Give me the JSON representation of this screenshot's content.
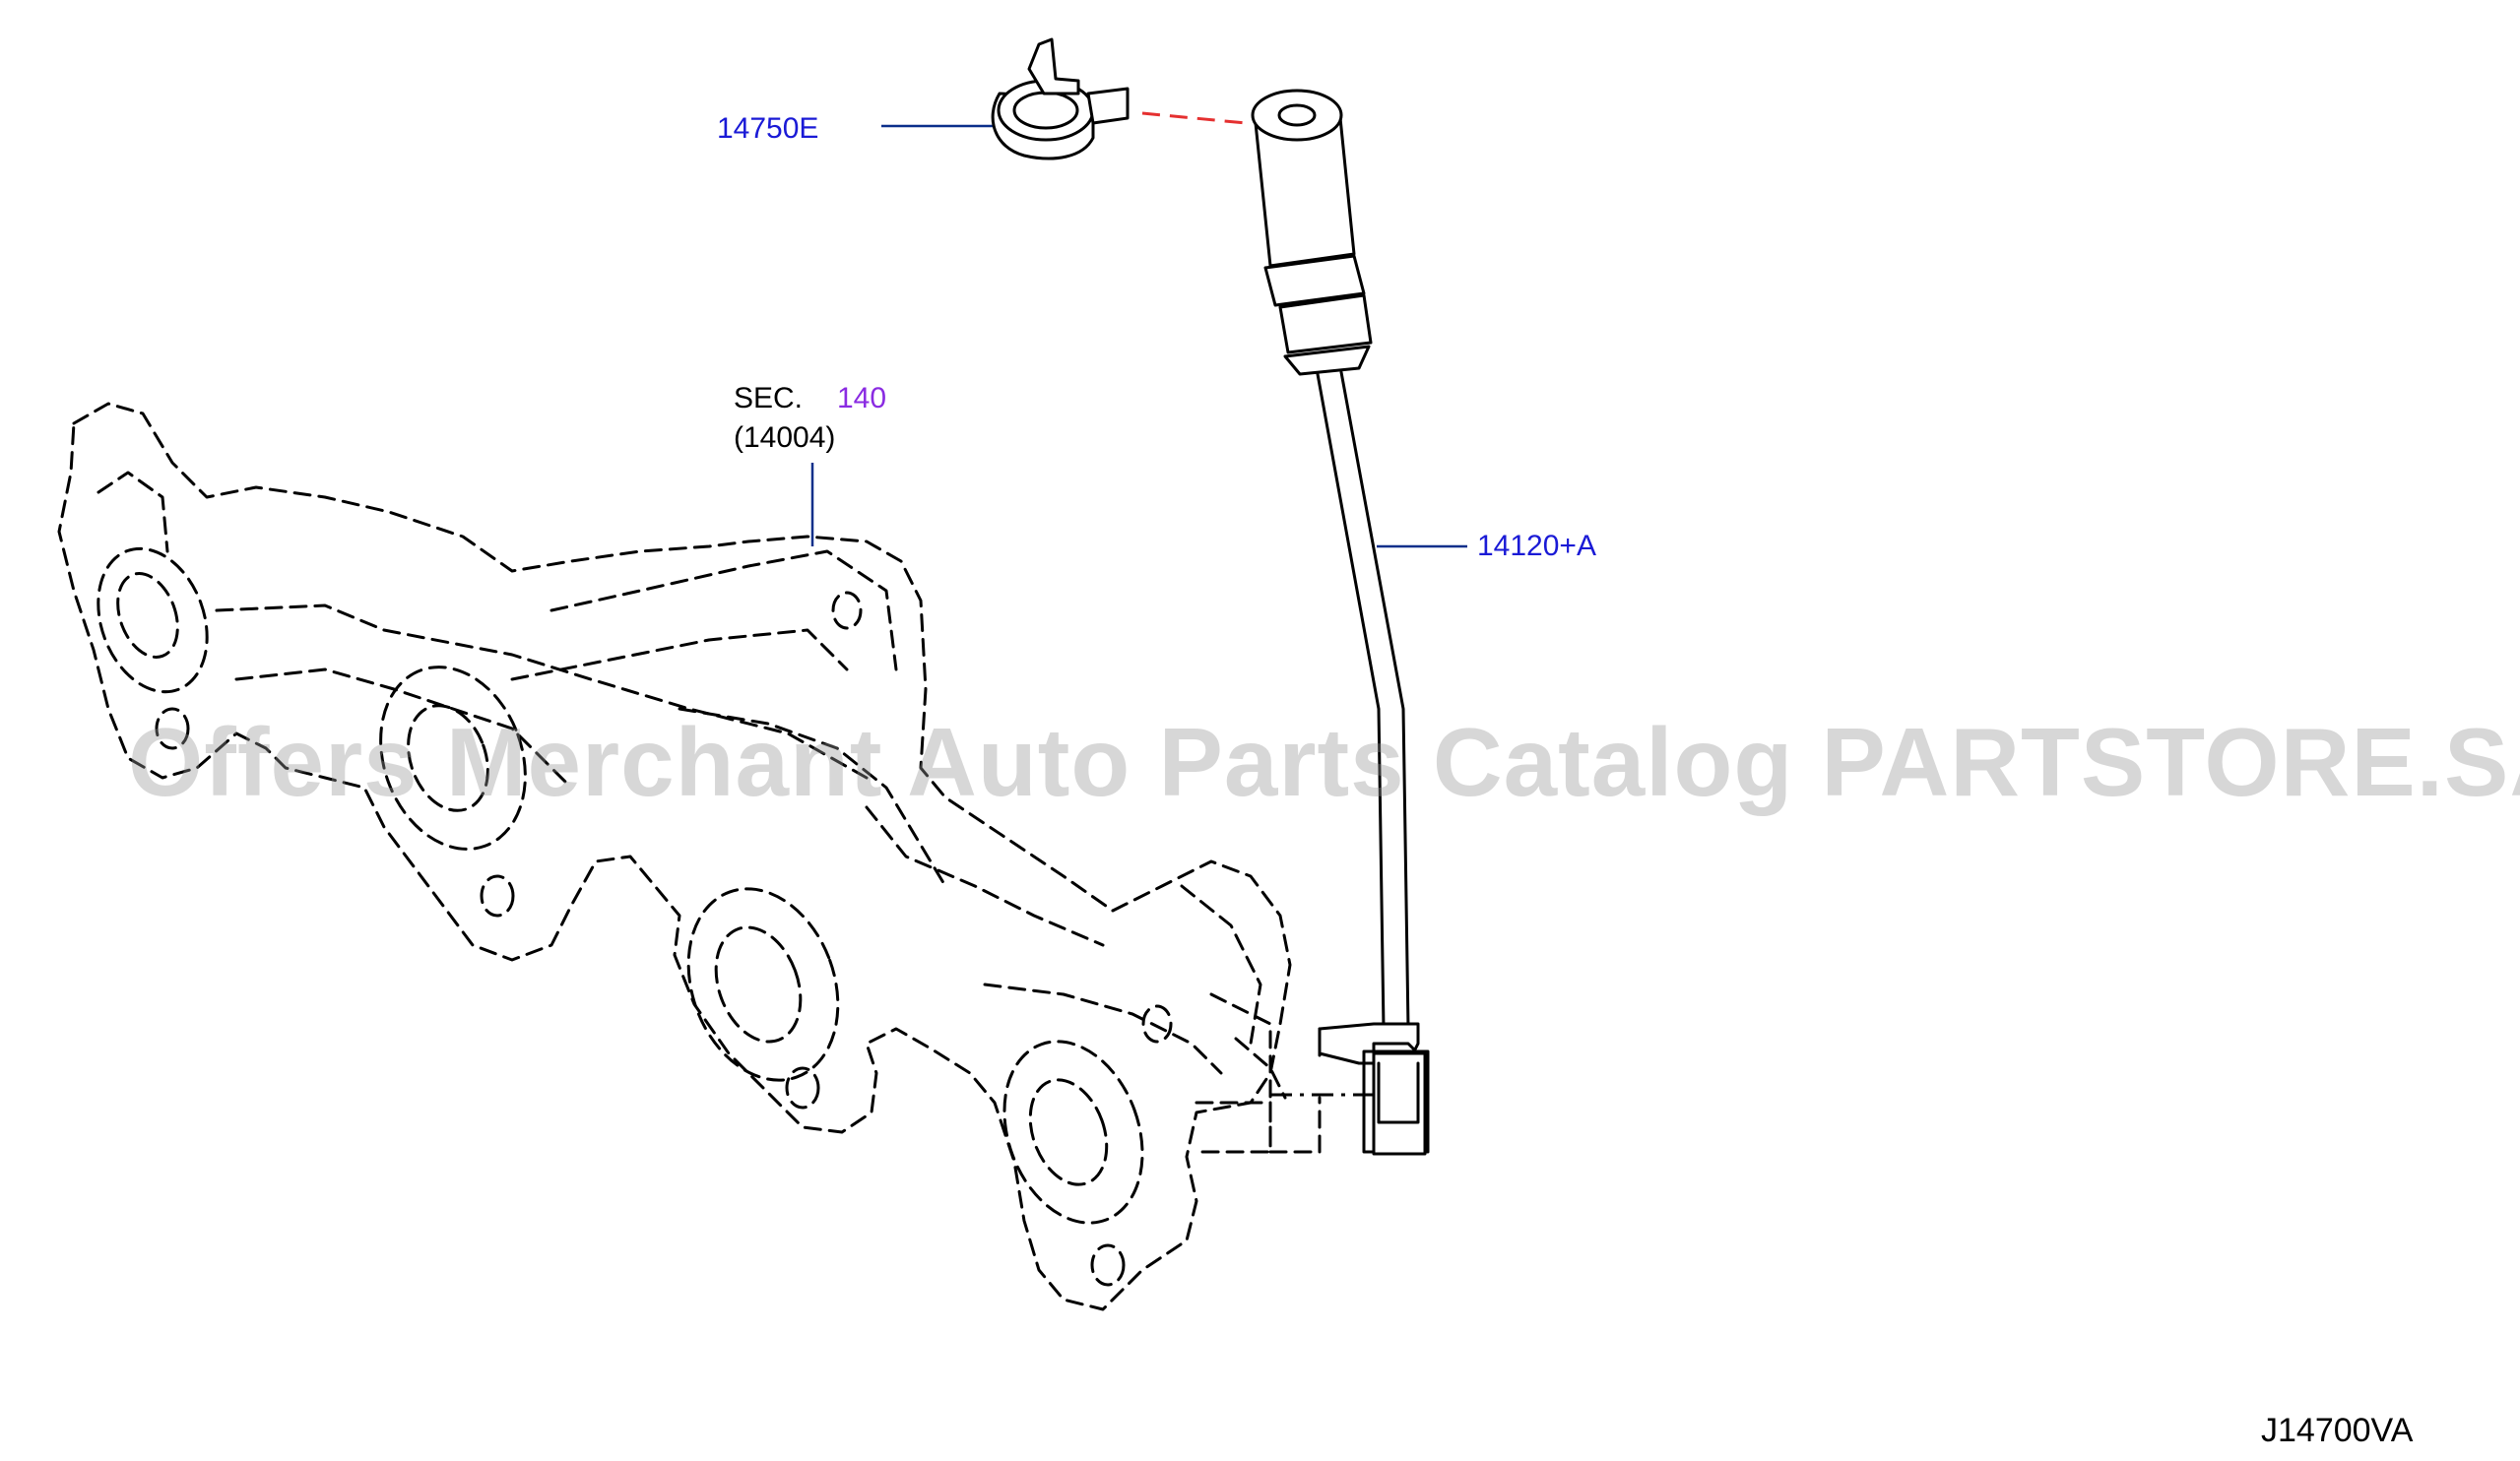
{
  "labels": {
    "clip_part": "14750E",
    "sensor_part": "14120+A",
    "section_prefix": "SEC.",
    "section_number": "140",
    "section_sub": "(14004)",
    "diagram_code": "J14700VA"
  },
  "watermark": "Offers Merchant Auto Parts Catalog PARTSTORE.SA",
  "colors": {
    "part_label": "#1a1ad6",
    "section_number": "#8a2be2",
    "leader": "#0b2f8a",
    "red_dash": "#e53030"
  }
}
